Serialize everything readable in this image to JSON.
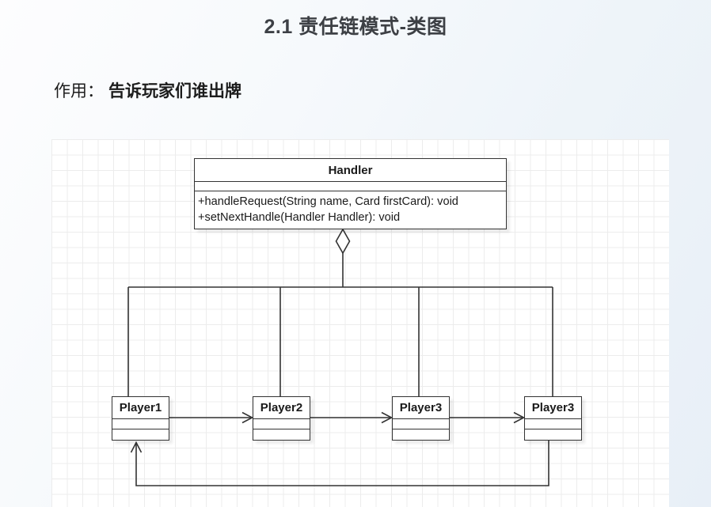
{
  "page": {
    "title": "2.1 责任链模式-类图",
    "purpose_label": "作用：",
    "purpose_text": "告诉玩家们谁出牌"
  },
  "diagram": {
    "type": "uml-class-diagram",
    "classes": [
      {
        "name": "Handler",
        "attributes": [],
        "methods": [
          "+handleRequest(String name, Card firstCard): void",
          "+setNextHandle(Handler Handler): void"
        ]
      },
      {
        "name": "Player1",
        "attributes": [],
        "methods": []
      },
      {
        "name": "Player2",
        "attributes": [],
        "methods": []
      },
      {
        "name": "Player3",
        "attributes": [],
        "methods": []
      },
      {
        "name": "Player3",
        "attributes": [],
        "methods": []
      }
    ],
    "edges": [
      {
        "from": "Handler",
        "to": "Player1",
        "kind": "aggregation"
      },
      {
        "from": "Handler",
        "to": "Player2",
        "kind": "aggregation"
      },
      {
        "from": "Handler",
        "to": "Player3",
        "kind": "aggregation"
      },
      {
        "from": "Handler",
        "to": "Player3 (2)",
        "kind": "aggregation"
      },
      {
        "from": "Player1",
        "to": "Player2",
        "kind": "open-arrow"
      },
      {
        "from": "Player2",
        "to": "Player3",
        "kind": "open-arrow"
      },
      {
        "from": "Player3",
        "to": "Player3 (2)",
        "kind": "open-arrow"
      },
      {
        "from": "Player3 (2)",
        "to": "Player1",
        "kind": "open-arrow-loop"
      }
    ],
    "colors": {
      "stroke": "#333333",
      "box_fill": "#ffffff",
      "grid_line": "#ececec",
      "page_bg_start": "#fdfdfe",
      "page_bg_end": "#e8eff7"
    }
  }
}
